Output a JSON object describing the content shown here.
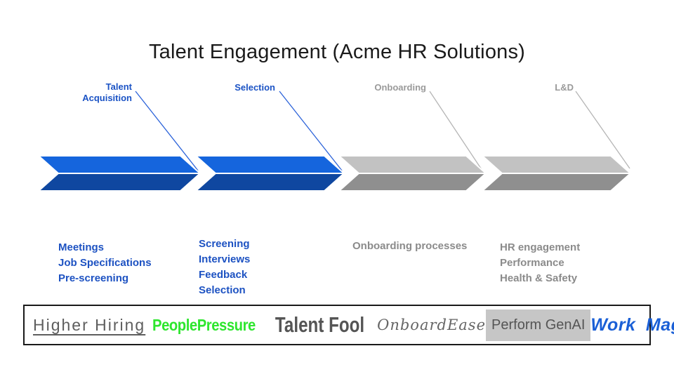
{
  "title": "Talent Engagement (Acme HR Solutions)",
  "colors": {
    "arrow_blue_top": "#1565dd",
    "arrow_blue_bottom": "#0f47a0",
    "arrow_gray_top": "#c2c2c2",
    "arrow_gray_bottom": "#8f8f8f",
    "leader_blue": "#2b62d9",
    "leader_gray": "#b5b5b5",
    "stage_label_blue": "#1b53c5",
    "stage_label_gray": "#9a9a9a",
    "list_blue": "#1d52c2",
    "list_gray": "#8b8b8b"
  },
  "stages": [
    {
      "label": "Talent Acquisition",
      "state": "active",
      "items": [
        "Meetings",
        "Job Specifications",
        "Pre-screening"
      ]
    },
    {
      "label": "Selection",
      "state": "active",
      "items": [
        "Screening",
        "Interviews",
        "Feedback",
        "Selection"
      ]
    },
    {
      "label": "Onboarding",
      "state": "inactive",
      "items": [
        "Onboarding processes"
      ]
    },
    {
      "label": "L&D",
      "state": "inactive",
      "items": [
        "HR engagement",
        "Performance",
        "Health & Safety"
      ]
    }
  ],
  "vendors": [
    {
      "name": "higher-hiring",
      "text": "Higher Hiring"
    },
    {
      "name": "people-pressure",
      "text": "PeoplePressure"
    },
    {
      "name": "talent-fool",
      "text": "Talent Fool"
    },
    {
      "name": "onboard-ease",
      "text": "OnboardEase"
    },
    {
      "name": "perform-genai",
      "text": "Perform GenAI"
    },
    {
      "name": "work-magic",
      "text": "Work Magic"
    }
  ]
}
